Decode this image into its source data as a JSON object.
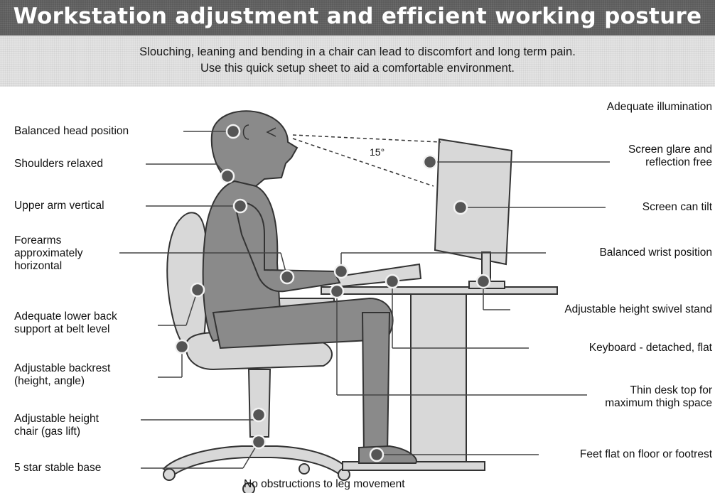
{
  "header": {
    "title": "Workstation adjustment and efficient working posture",
    "subtitle_line1": "Slouching, leaning and bending in a chair can lead to discomfort and long term pain.",
    "subtitle_line2": "Use this quick setup sheet to aid a comfortable environment."
  },
  "angle_label": "15°",
  "labels_left": {
    "head": "Balanced head position",
    "shoulders": "Shoulders relaxed",
    "upper_arm": "Upper arm vertical",
    "forearms_1": "Forearms",
    "forearms_2": "approximately",
    "forearms_3": "horizontal",
    "lower_back_1": "Adequate lower back",
    "lower_back_2": "support at belt level",
    "backrest_1": "Adjustable backrest",
    "backrest_2": "(height, angle)",
    "chair_height_1": "Adjustable height",
    "chair_height_2": "chair (gas lift)",
    "base": "5 star stable base"
  },
  "labels_right": {
    "illumination": "Adequate illumination",
    "glare_1": "Screen glare and",
    "glare_2": "reflection free",
    "tilt": "Screen can tilt",
    "wrist": "Balanced wrist position",
    "swivel": "Adjustable height swivel stand",
    "keyboard": "Keyboard - detached, flat",
    "desk_1": "Thin desk top for",
    "desk_2": "maximum thigh space",
    "feet": "Feet flat on floor or footrest"
  },
  "bottom_label": "No obstructions to leg movement",
  "colors": {
    "title_bg": "#5c5c5c",
    "subtitle_bg": "#e3e3e3",
    "body_fill": "#8a8a8a",
    "furniture_fill": "#d8d8d8",
    "marker_fill": "#555555",
    "line_color": "#444444"
  }
}
